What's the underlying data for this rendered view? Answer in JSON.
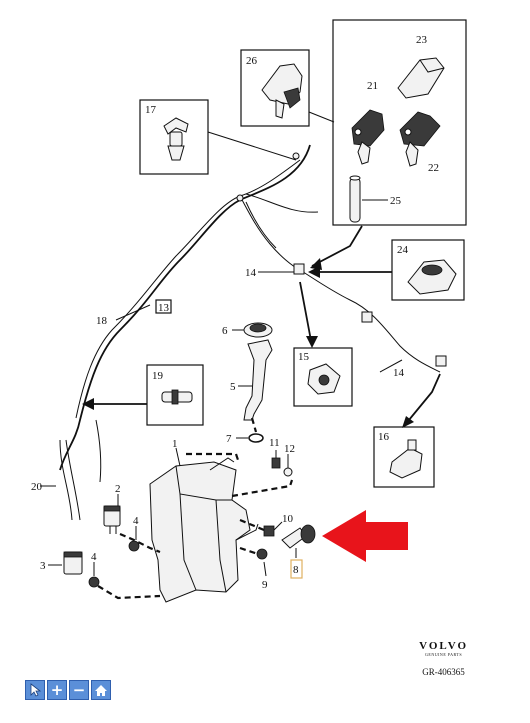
{
  "callouts": {
    "c1": "1",
    "c2": "2",
    "c3": "3",
    "c4a": "4",
    "c4b": "4",
    "c5": "5",
    "c6": "6",
    "c7": "7",
    "c8": "8",
    "c9": "9",
    "c10": "10",
    "c11": "11",
    "c12": "12",
    "c13": "13",
    "c14a": "14",
    "c14b": "14",
    "c15": "15",
    "c16": "16",
    "c17": "17",
    "c18": "18",
    "c19": "19",
    "c20": "20",
    "c21": "21",
    "c22": "22",
    "c23": "23",
    "c24": "24",
    "c25": "25",
    "c26": "26"
  },
  "brand": {
    "logo": "VOLVO",
    "sub": "GENUINE PARTS",
    "code": "GR-406365"
  },
  "toolbar": {
    "select_icon": "cursor-icon",
    "zoom_in_label": "+",
    "zoom_out_label": "−",
    "home_icon": "home-icon"
  },
  "colors": {
    "arrow": "#e8141b",
    "toolbar": "#5b8fd8"
  }
}
